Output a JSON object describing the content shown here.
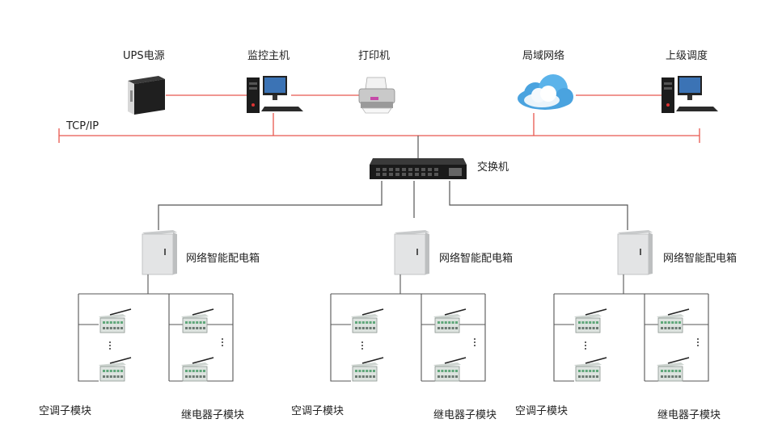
{
  "nodes": {
    "ups": {
      "label": "UPS电源",
      "icon": "ups-icon"
    },
    "monitor_host": {
      "label": "监控主机",
      "icon": "desktop-computer-icon"
    },
    "printer": {
      "label": "打印机",
      "icon": "printer-icon"
    },
    "lan": {
      "label": "局域网络",
      "icon": "cloud-icon"
    },
    "superior": {
      "label": "上级调度",
      "icon": "desktop-computer-icon"
    },
    "switch": {
      "label": "交换机",
      "icon": "network-switch-icon"
    }
  },
  "bus": {
    "label": "TCP/IP"
  },
  "cabinets": [
    {
      "label": "网络智能配电箱",
      "ac_label": "空调子模块",
      "relay_label": "继电器子模块"
    },
    {
      "label": "网络智能配电箱",
      "ac_label": "空调子模块",
      "relay_label": "继电器子模块"
    },
    {
      "label": "网络智能配电箱",
      "ac_label": "空调子模块",
      "relay_label": "继电器子模块"
    }
  ],
  "colors": {
    "link_red": "#e8584f",
    "link_gray": "#555555",
    "cloud_blue": "#4aa3df"
  }
}
